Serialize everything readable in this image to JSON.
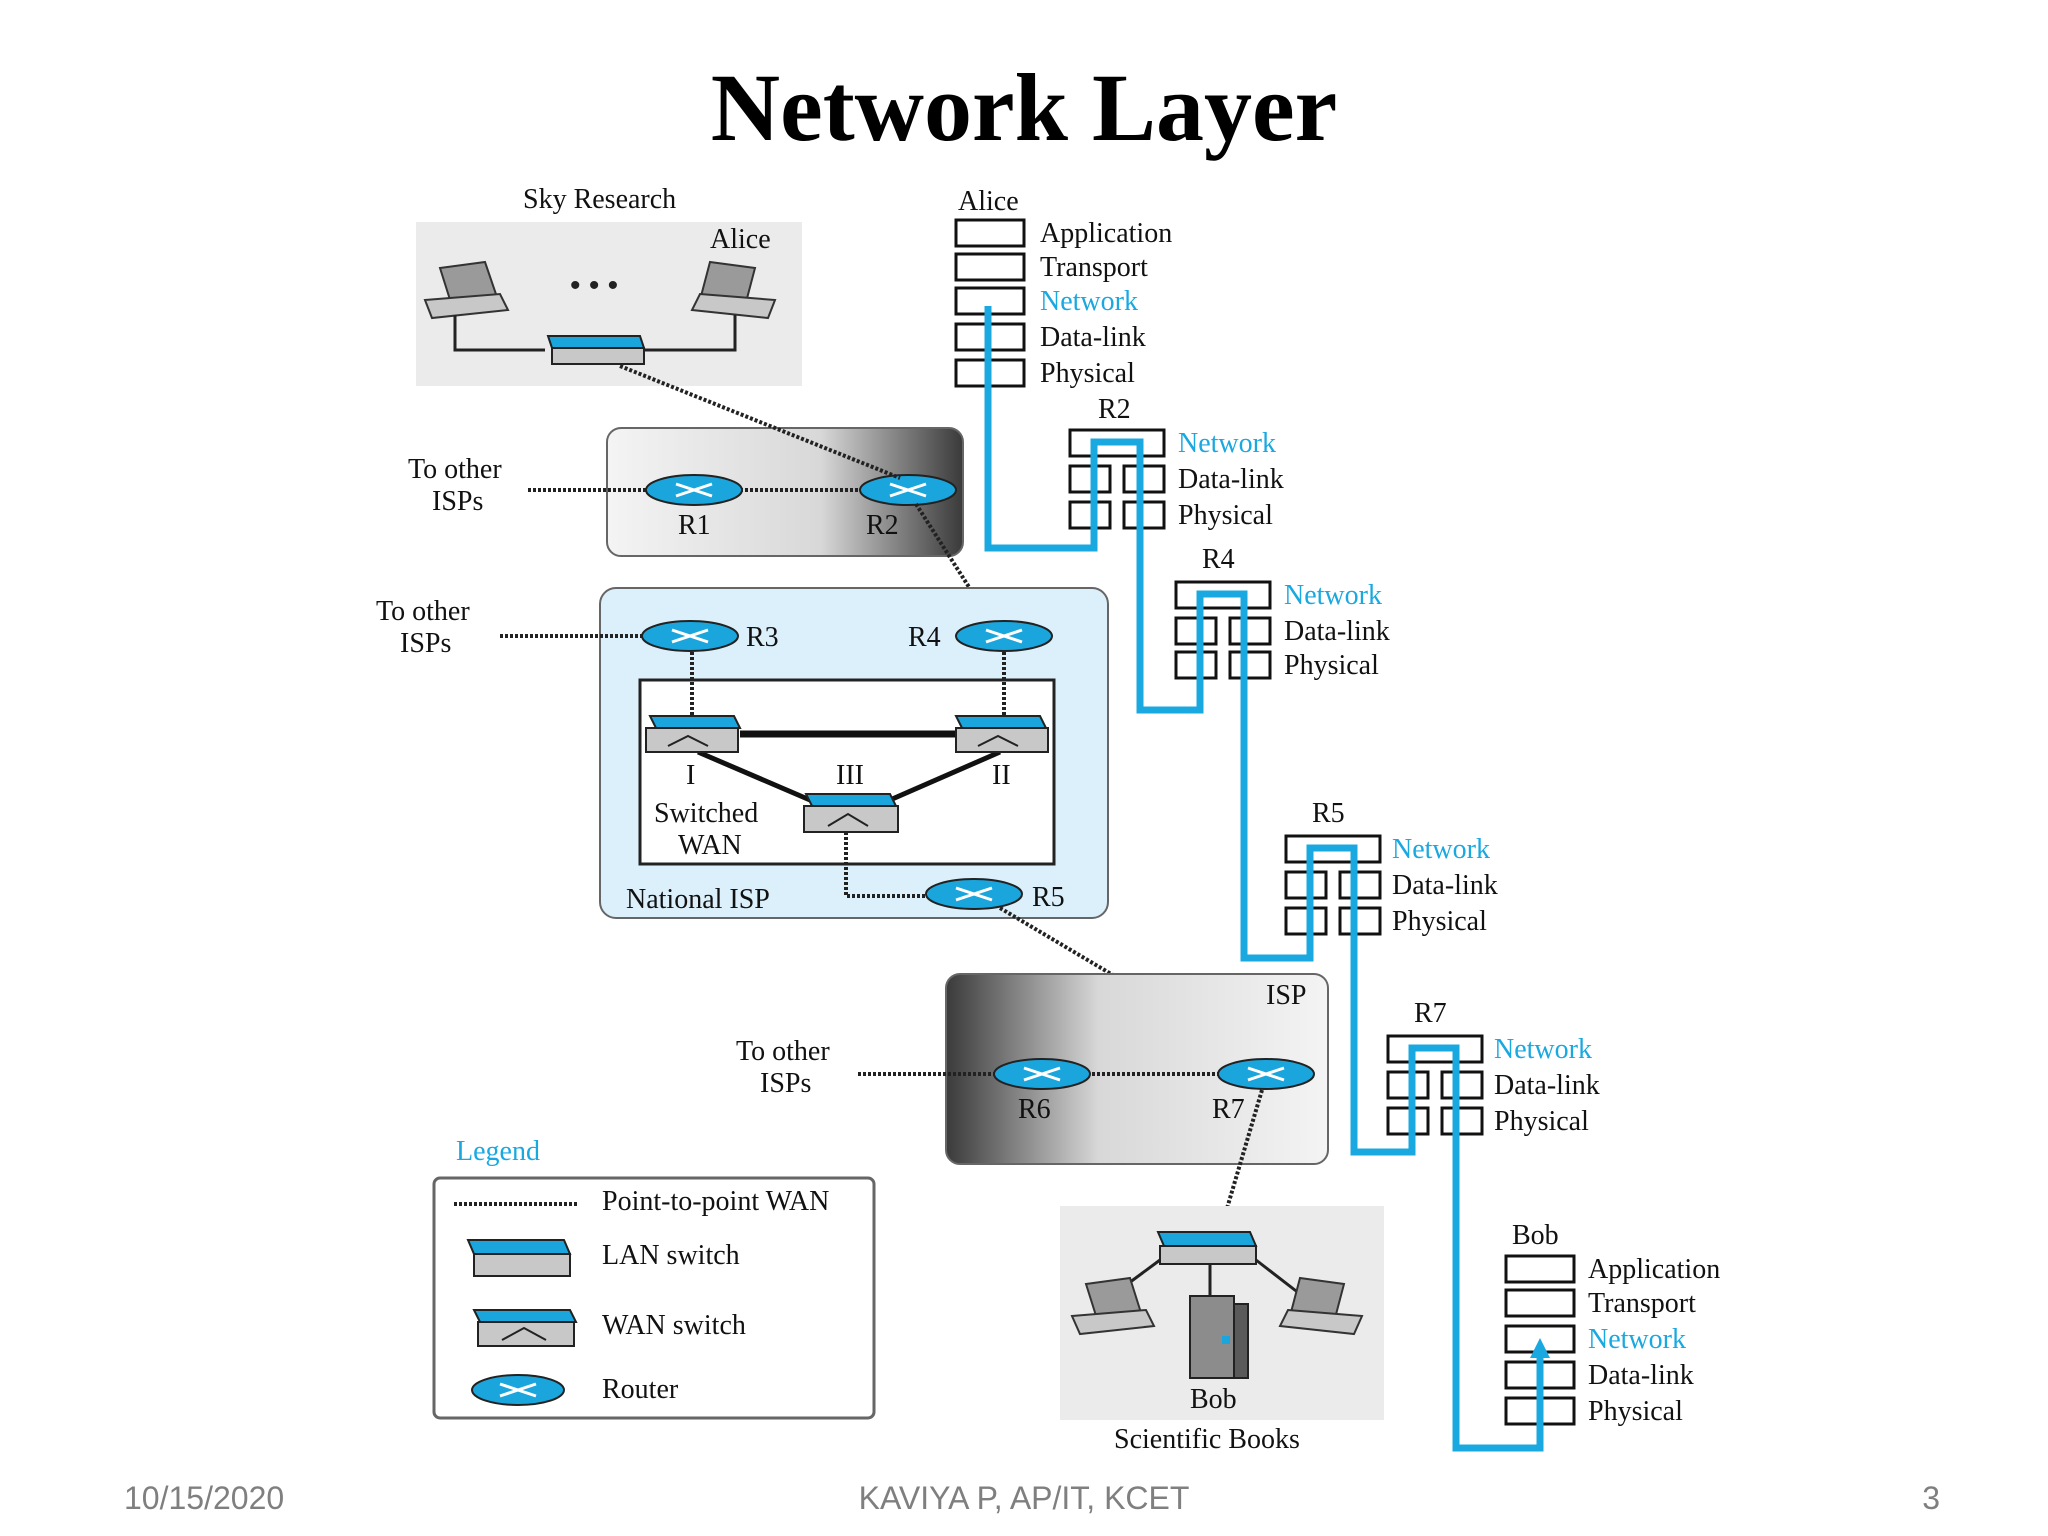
{
  "slide": {
    "title": "Network Layer",
    "footer_date": "10/15/2020",
    "footer_author": "KAVIYA P, AP/IT, KCET",
    "footer_page": "3"
  },
  "colors": {
    "accent": "#19a8e0",
    "router": "#1aa6dc",
    "national_isp_bg": "#dcf0fb"
  },
  "network": {
    "sky_research": "Sky Research",
    "alice_host": "Alice",
    "to_other_isps_1": "To other",
    "to_other_isps_2": "ISPs",
    "r1": "R1",
    "r2": "R2",
    "r3": "R3",
    "r4": "R4",
    "r5": "R5",
    "r6": "R6",
    "r7": "R7",
    "switch_1": "I",
    "switch_2": "II",
    "switch_3": "III",
    "switched_wan_1": "Switched",
    "switched_wan_2": "WAN",
    "national_isp": "National ISP",
    "isp": "ISP",
    "bob_host": "Bob",
    "scientific_books": "Scientific Books"
  },
  "stacks": {
    "alice": {
      "name": "Alice",
      "layers": [
        "Application",
        "Transport",
        "Network",
        "Data-link",
        "Physical"
      ]
    },
    "r2": {
      "name": "R2",
      "layers": [
        "Network",
        "Data-link",
        "Physical"
      ]
    },
    "r4": {
      "name": "R4",
      "layers": [
        "Network",
        "Data-link",
        "Physical"
      ]
    },
    "r5": {
      "name": "R5",
      "layers": [
        "Network",
        "Data-link",
        "Physical"
      ]
    },
    "r7": {
      "name": "R7",
      "layers": [
        "Network",
        "Data-link",
        "Physical"
      ]
    },
    "bob": {
      "name": "Bob",
      "layers": [
        "Application",
        "Transport",
        "Network",
        "Data-link",
        "Physical"
      ]
    }
  },
  "legend": {
    "title": "Legend",
    "items": [
      "Point-to-point WAN",
      "LAN switch",
      "WAN switch",
      "Router"
    ]
  }
}
